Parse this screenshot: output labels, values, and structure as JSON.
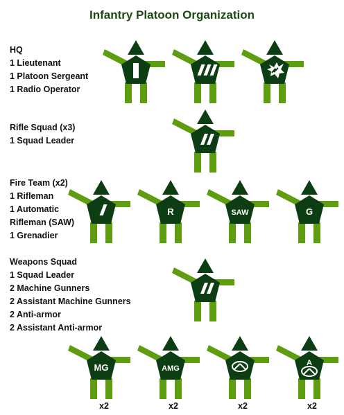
{
  "title": "Infantry Platoon Organization",
  "colors": {
    "figure": "#0d3d12",
    "limb": "#5e9c10",
    "title": "#1d4a14",
    "mark": "#ffffff"
  },
  "sections": {
    "hq": {
      "heading": "HQ",
      "lines": [
        "1 Lieutenant",
        "1 Platoon Sergeant",
        "1 Radio Operator"
      ]
    },
    "rifle_squad": {
      "heading": "Rifle Squad (x3)",
      "lines": [
        "1 Squad Leader"
      ]
    },
    "fire_team": {
      "heading": "Fire Team (x2)",
      "lines": [
        "1 Rifleman",
        "1 Automatic",
        "Rifleman (SAW)",
        "1 Grenadier"
      ]
    },
    "weapons_squad": {
      "heading": "Weapons Squad",
      "lines": [
        "1 Squad Leader",
        "2 Machine Gunners",
        "2 Assistant Machine Gunners",
        "2 Anti-armor",
        "2 Assistant Anti-armor"
      ]
    }
  },
  "figures": {
    "hq_lieutenant": {
      "insignia": "single-bar-icon",
      "label": ""
    },
    "hq_platoon_sergeant": {
      "insignia": "triple-stripe-icon",
      "label": ""
    },
    "hq_radio_operator": {
      "insignia": "radio-burst-icon",
      "label": ""
    },
    "rifle_squad_leader": {
      "insignia": "double-stripe-icon",
      "label": ""
    },
    "fire_team_leader": {
      "insignia": "single-stripe-icon",
      "label": ""
    },
    "fire_team_rifleman": {
      "insignia": "letter-label",
      "label": "R"
    },
    "fire_team_saw": {
      "insignia": "letter-label",
      "label": "SAW"
    },
    "fire_team_grenadier": {
      "insignia": "letter-label",
      "label": "G"
    },
    "weapons_squad_leader": {
      "insignia": "double-stripe-icon",
      "label": ""
    },
    "weapons_mg": {
      "insignia": "letter-label",
      "label": "MG"
    },
    "weapons_amg": {
      "insignia": "letter-label",
      "label": "AMG"
    },
    "weapons_anti_armor": {
      "insignia": "anti-armor-icon",
      "label": ""
    },
    "weapons_assistant_anti_armor": {
      "insignia": "anti-armor-icon",
      "label": "A"
    }
  },
  "multipliers": {
    "mg": "x2",
    "amg": "x2",
    "anti_armor": "x2",
    "assistant_anti_armor": "x2"
  }
}
